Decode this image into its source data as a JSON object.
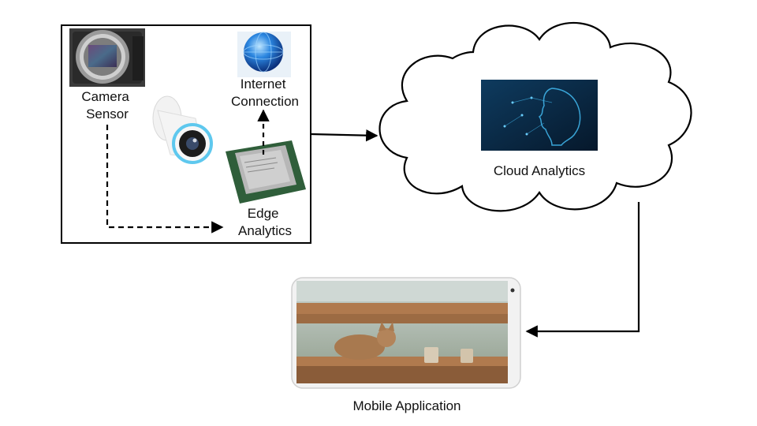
{
  "diagram": {
    "camera_sensor": {
      "line1": "Camera",
      "line2": "Sensor"
    },
    "internet_connection": {
      "line1": "Internet",
      "line2": "Connection"
    },
    "edge_analytics": {
      "line1": "Edge",
      "line2": "Analytics"
    },
    "cloud_analytics": {
      "label": "Cloud Analytics"
    },
    "mobile_application": {
      "label": "Mobile Application"
    }
  },
  "colors": {
    "line": "#000000",
    "cloud_fill": "#ffffff",
    "ai_panel_bg": "#0b2a45",
    "ai_panel_glow": "#3fb3e8",
    "globe_blue": "#1f6fd1",
    "camera_ring": "#5ec8ee",
    "chip_green": "#2f5e3a",
    "phone_frame": "#e8e8e8"
  },
  "icons": [
    "camera-sensor-image",
    "security-camera-image",
    "internet-globe-icon",
    "cpu-chip-image",
    "ai-head-image",
    "cat-photo-on-phone"
  ]
}
